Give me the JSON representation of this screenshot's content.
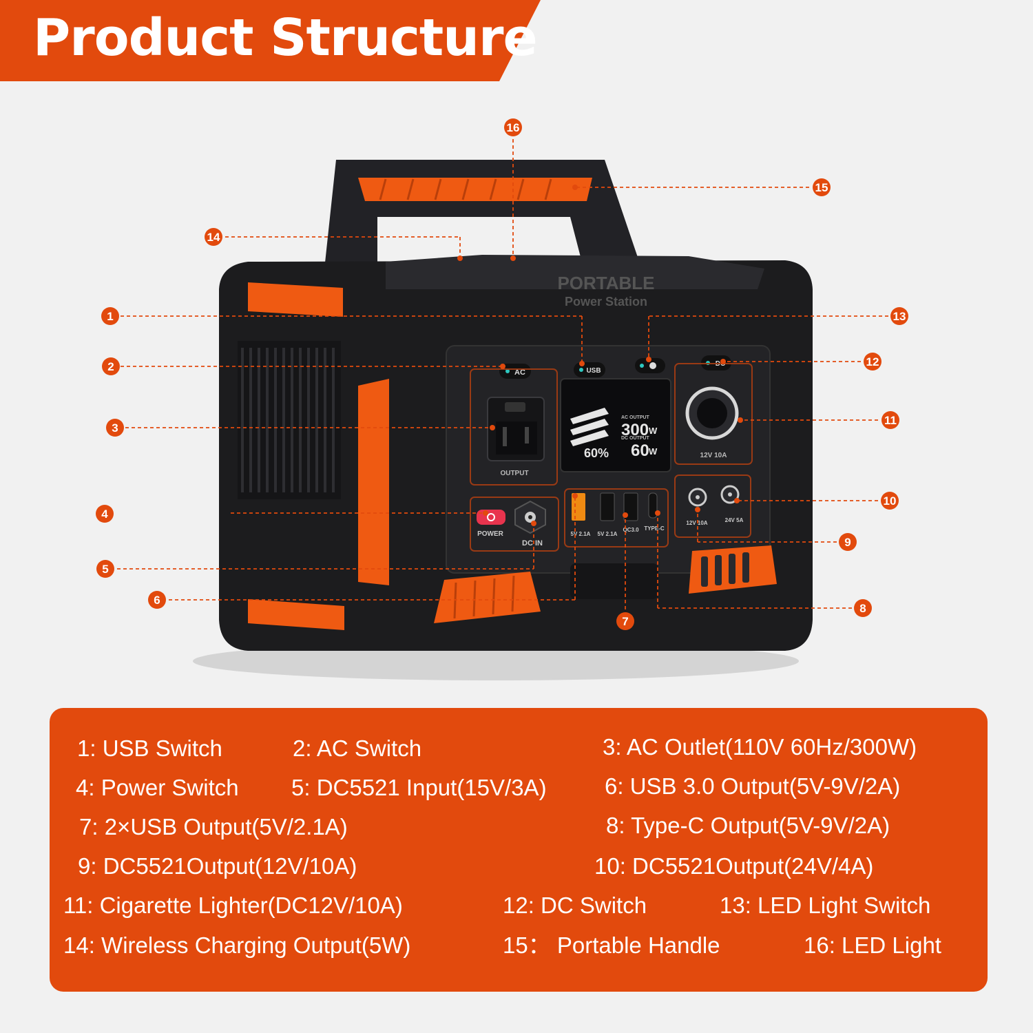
{
  "header": {
    "title": "Product Structure",
    "banner_color": "#e24a0d"
  },
  "device": {
    "top_label_1": "PORTABLE",
    "top_label_2": "Power Station",
    "switches": {
      "ac": "AC",
      "usb": "USB",
      "dc": "DC"
    },
    "ac_panel_label": "OUTPUT",
    "display": {
      "battery": "60%",
      "ac_output_label": "AC OUTPUT",
      "ac_output_value": "300",
      "ac_output_unit": "W",
      "dc_output_label": "DC OUTPUT",
      "dc_output_value": "60",
      "dc_output_unit": "W"
    },
    "lighter_label": "12V 10A",
    "power_label": "POWER",
    "dc_in_label": "DC IN",
    "usb_labels": [
      "5V 2.1A",
      "5V 2.1A",
      "QC3.0",
      "TYPE-C"
    ],
    "dc_port_labels": [
      "12V 10A",
      "24V 5A"
    ]
  },
  "callouts": [
    "1",
    "2",
    "3",
    "4",
    "5",
    "6",
    "7",
    "8",
    "9",
    "10",
    "11",
    "12",
    "13",
    "14",
    "15",
    "16"
  ],
  "legend": [
    "1: USB Switch",
    "2: AC Switch",
    "3: AC Outlet(110V 60Hz/300W)",
    "4: Power Switch",
    "5: DC5521 Input(15V/3A)",
    "6: USB 3.0 Output(5V-9V/2A)",
    "7: 2×USB Output(5V/2.1A)",
    "8: Type-C Output(5V-9V/2A)",
    "9: DC5521Output(12V/10A)",
    "10: DC5521Output(24V/4A)",
    "11: Cigarette Lighter(DC12V/10A)",
    "12: DC Switch",
    "13: LED Light Switch",
    "14: Wireless Charging Output(5W)",
    "15： Portable Handle",
    "16: LED Light"
  ],
  "colors": {
    "accent": "#e24a0d",
    "device_body": "#1c1c1e",
    "device_orange": "#ef5a12",
    "background": "#f1f1f1"
  }
}
